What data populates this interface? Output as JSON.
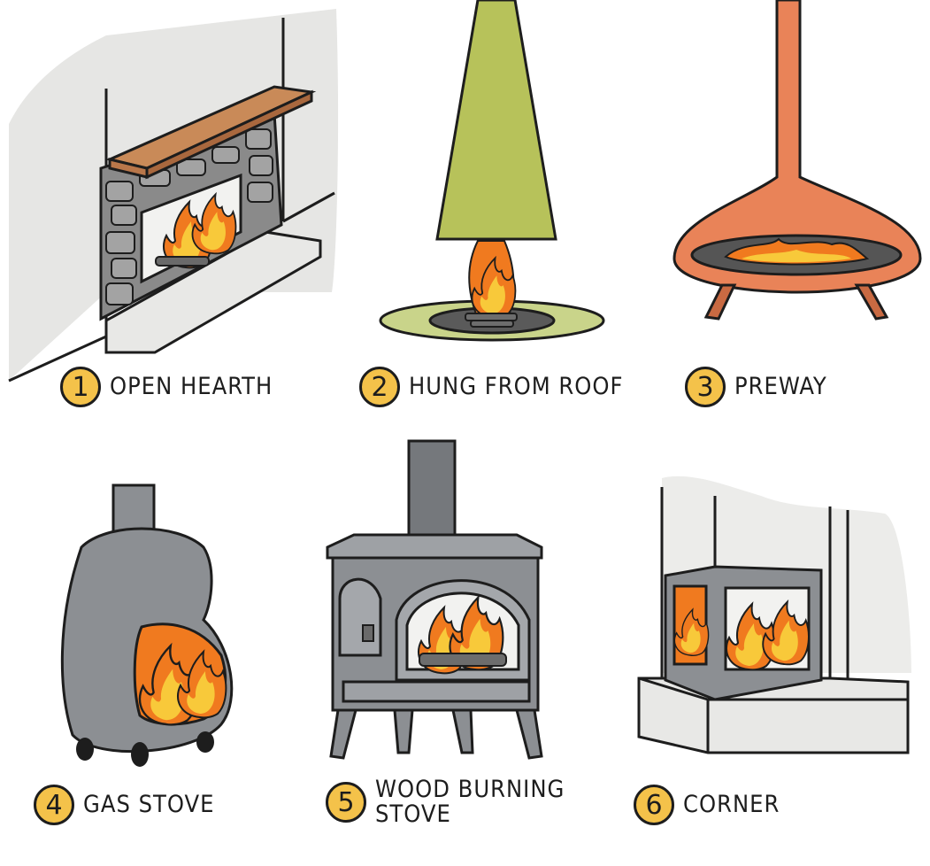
{
  "items": [
    {
      "number": "1",
      "caption": "OPEN HEARTH"
    },
    {
      "number": "2",
      "caption": "HUNG FROM ROOF"
    },
    {
      "number": "3",
      "caption": "PREWAY"
    },
    {
      "number": "4",
      "caption": "GAS STOVE"
    },
    {
      "number": "5",
      "caption": "WOOD BURNING\nSTOVE"
    },
    {
      "number": "6",
      "caption": "CORNER"
    }
  ],
  "colors": {
    "badge": "#f4c24a",
    "ink": "#1d1d1d",
    "stone": "#8a8a8a",
    "mantel": "#b9774a",
    "hood_green": "#b7c25a",
    "preway_orange": "#e98358",
    "stove_gray": "#8c8f93",
    "flame_orange": "#f07a1f",
    "flame_yellow": "#f8c93a",
    "flame_red": "#d63c17"
  }
}
